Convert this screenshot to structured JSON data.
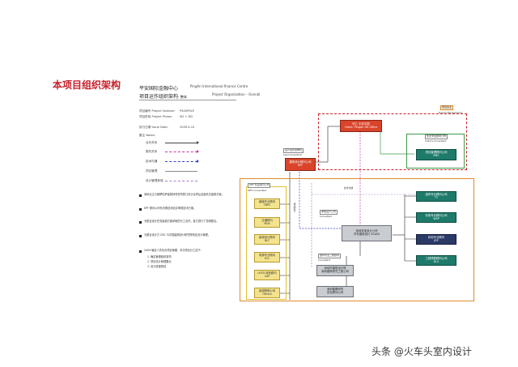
{
  "page_title": "本项目组织架构",
  "header": {
    "cn_title": "平安国际金融中心",
    "en_title": "PingAn International finance Centre",
    "cn_subtitle": "项目运作组织架构",
    "subtitle_tag": "- 整体",
    "en_subtitle": "Project Organization – Overall"
  },
  "info": {
    "project_no_label": "项目编号 Project Number:",
    "project_no_value": "P40099LE",
    "project_phase_label": "项目阶段 Project Phase:",
    "project_phase_value": "SD + DD",
    "issue_date_label": "执行日期 Issue Date:",
    "issue_date_value": "2009.4.10"
  },
  "legend": {
    "title": "备注 Notes:",
    "items": [
      {
        "label": "合约关系",
        "color": "#444444",
        "style": "solid"
      },
      {
        "label": "委托关系",
        "color": "#c8339a",
        "style": "dashed"
      },
      {
        "label": "技术沟通",
        "color": "#3340c8",
        "style": "dashed"
      },
      {
        "label": "项目管理",
        "color": "#8a8a8a",
        "style": "solid"
      },
      {
        "label": "设计管理参谋",
        "color": "#a97ec9",
        "style": "dashed"
      }
    ]
  },
  "notes": [
    "深圳业主与佛罗伦萨建筑师事务所签订设计合同后全面负责建筑方案。",
    "KPF 顾问公司负责概念深化并审核技术方案。",
    "为配合设计任务建造方面采取的分工合作，各方进行了协调配合。",
    "为整合设计方 DEC 与中国建筑设计研究院商定设计管理。",
    "2009 确定人员负责项目管理，本次项目分工如下：",
    "1. 确定管理组织架构",
    "2. 项目设计管理要点",
    "3. 设计进度规划"
  ],
  "diagram": {
    "owner_tag": "项目业主",
    "owner_tag_en": "Project Management",
    "client": {
      "cn": "甲乙 平安中国",
      "en": "Client: PingAn HK Office"
    },
    "client_consultant_tag": "业主专业顾问公司",
    "client_consultant_tag_en": "Client's Consultant",
    "client_consultant": {
      "cn": "项目管理顾问公司",
      "en": "PMC"
    },
    "lead_consultant_tag": "设计总负责单位",
    "lead_consultant_tag_en": "Lead Consultant",
    "lead_consultant": {
      "cn": "建筑设计顾问公司",
      "en": "KPF"
    },
    "kpf_tag": "KPF 专业顾问公司",
    "kpf_tag_en": "KPF's Consultant",
    "kpf_consultants": [
      {
        "cn": "幕墙专业顾问",
        "en": "TBPC"
      },
      {
        "cn": "交通顾问",
        "en": "MVA"
      },
      {
        "cn": "景观设计顾问",
        "en": "BLT"
      },
      {
        "cn": "电梯专业顾问",
        "en": "ECL"
      },
      {
        "cn": "LEED 绿色顾问",
        "en": "CAP"
      },
      {
        "cn": "景观照明公司",
        "en": "Others"
      }
    ],
    "local_design_tag": "本地设计公司",
    "local_design_tag_en": "Consultant",
    "local_design": {
      "cn": "深圳本地设计公司",
      "en": "华东建筑设计 ECADI"
    },
    "tech_label": "技术沟通",
    "design_comm_label": "设计配合",
    "local_consultant_tag": "国内专业二级顾问",
    "local_consultant_tag_en": "Consultant",
    "local_consultants": [
      {
        "cn": "深圳市建筑设计院",
        "en": "深圳建筑研究工程公司"
      },
      {
        "cn": "深圳勘察研究",
        "en": "总包顾问公司"
      }
    ],
    "right_consultants": [
      {
        "cn": "结构专业顾问公司",
        "en": "TT"
      },
      {
        "cn": "机电专业顾问公司",
        "en": "WSP"
      },
      {
        "cn": "机电专业顾问",
        "en": "JRP"
      },
      {
        "cn": "工程预算顾问公司",
        "en": "DLS"
      }
    ]
  },
  "watermark": "头条 @火车头室内设计",
  "colors": {
    "title_red": "#c8202a",
    "owner_red": "#d9442a",
    "pmc_teal": "#1e7a6a",
    "consultant_yellow": "#f4e38d",
    "box_grey": "#c9ccd1",
    "box_navy": "#2a3a66",
    "orange_border": "#e08a2e",
    "green_border": "#3c9a4a",
    "red_border": "#c8202a"
  }
}
